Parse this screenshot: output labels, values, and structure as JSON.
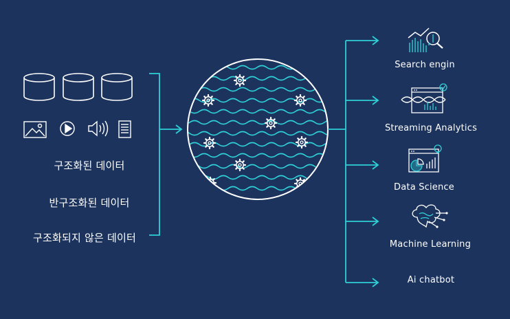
{
  "colors": {
    "background": "#1c335e",
    "accent": "#2fd0d6",
    "line": "#ffffff"
  },
  "inputs": {
    "icons": [
      "database-icon",
      "database-icon",
      "database-icon",
      "image-icon",
      "play-icon",
      "speaker-icon",
      "document-icon"
    ],
    "labels": [
      "구조화된 데이터",
      "반구조화된 데이터",
      "구조화되지 않은 데이터"
    ]
  },
  "lake": {
    "icon": "data-lake-icon"
  },
  "outputs": [
    {
      "label": "Search engin",
      "icon": "search-chart-icon"
    },
    {
      "label": "Streaming Analytics",
      "icon": "streaming-analytics-icon"
    },
    {
      "label": "Data Science",
      "icon": "data-science-icon"
    },
    {
      "label": "Machine Learning",
      "icon": "brain-circuit-icon"
    },
    {
      "label": "Ai chatbot",
      "icon": ""
    }
  ]
}
